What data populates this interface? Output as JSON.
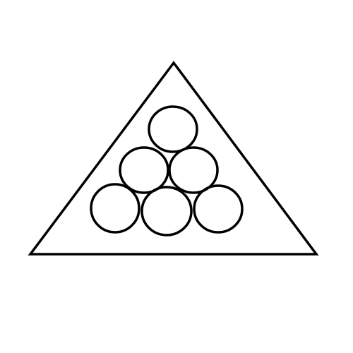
{
  "figure": {
    "shape": "triangle-with-stacked-circles",
    "rows": [
      1,
      2,
      3
    ],
    "circle_count": 6,
    "stroke_color": "#000000",
    "fill_color": "#ffffff"
  }
}
